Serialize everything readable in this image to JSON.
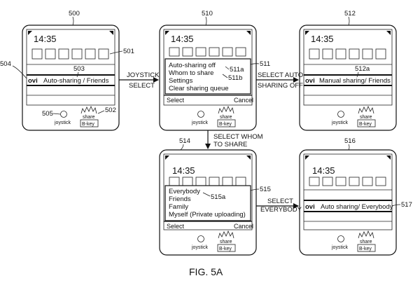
{
  "figure_caption": "FIG. 5A",
  "phones": [
    {
      "id": "p500",
      "ref": "500",
      "time": "14:35",
      "icons_ref": "501",
      "screen_ref": "504",
      "menu": [],
      "service_ref": "503",
      "service": "Auto-sharing / Friends",
      "softkeys": [
        "",
        ""
      ],
      "joystick": "joystick",
      "joystick_ref": "505",
      "share_label": "share",
      "bkey": "B-key",
      "share_ref": "502"
    },
    {
      "id": "p510",
      "ref": "510",
      "time": "14:35",
      "icons_ref": "",
      "screen_ref": "",
      "menu_ref": "511",
      "menu": [
        {
          "text": "Auto-sharing off",
          "ref": "511a"
        },
        {
          "text": "Whom to share",
          "ref": "511b"
        },
        {
          "text": "Settings",
          "ref": ""
        },
        {
          "text": "Clear sharing queue",
          "ref": ""
        }
      ],
      "service_ref": "",
      "service": "",
      "softkeys": [
        "Select",
        "Cancel"
      ],
      "joystick": "joystick",
      "joystick_ref": "",
      "share_label": "share",
      "bkey": "B-key",
      "share_ref": ""
    },
    {
      "id": "p512",
      "ref": "512",
      "time": "14:35",
      "icons_ref": "",
      "screen_ref": "",
      "menu": [],
      "service_ref": "512a",
      "service": "Manual sharing/ Friends",
      "softkeys": [
        "",
        ""
      ],
      "joystick": "joystick",
      "joystick_ref": "",
      "share_label": "share",
      "bkey": "B-key",
      "share_ref": ""
    },
    {
      "id": "p514",
      "ref": "514",
      "time": "14:35",
      "icons_ref": "",
      "screen_ref": "",
      "menu_ref": "515",
      "menu": [
        {
          "text": "Everybody",
          "ref": "515a"
        },
        {
          "text": "Friends",
          "ref": ""
        },
        {
          "text": "Family",
          "ref": ""
        },
        {
          "text": "Myself (Private uploading)",
          "ref": ""
        }
      ],
      "service_ref": "",
      "service": "",
      "softkeys": [
        "Select",
        "Cancel"
      ],
      "joystick": "joystick",
      "joystick_ref": "",
      "share_label": "share",
      "bkey": "B-key",
      "share_ref": ""
    },
    {
      "id": "p516",
      "ref": "516",
      "time": "14:35",
      "icons_ref": "",
      "screen_ref": "",
      "menu": [],
      "service_ref": "",
      "service": "Auto sharing/ Everybody",
      "service_side_ref": "517",
      "softkeys": [
        "",
        ""
      ],
      "joystick": "joystick",
      "joystick_ref": "",
      "share_label": "share",
      "bkey": "B-key",
      "share_ref": ""
    }
  ],
  "service_prefix": "ovi",
  "arrows": [
    {
      "id": "a1",
      "lines": [
        "JOYSTICK",
        "SELECT"
      ]
    },
    {
      "id": "a2",
      "lines": [
        "SELECT AUTO-",
        "SHARING OFF"
      ]
    },
    {
      "id": "a3",
      "lines": [
        "SELECT WHOM",
        "TO SHARE"
      ]
    },
    {
      "id": "a4",
      "lines": [
        "SELECT",
        "EVERYBODY"
      ]
    }
  ]
}
